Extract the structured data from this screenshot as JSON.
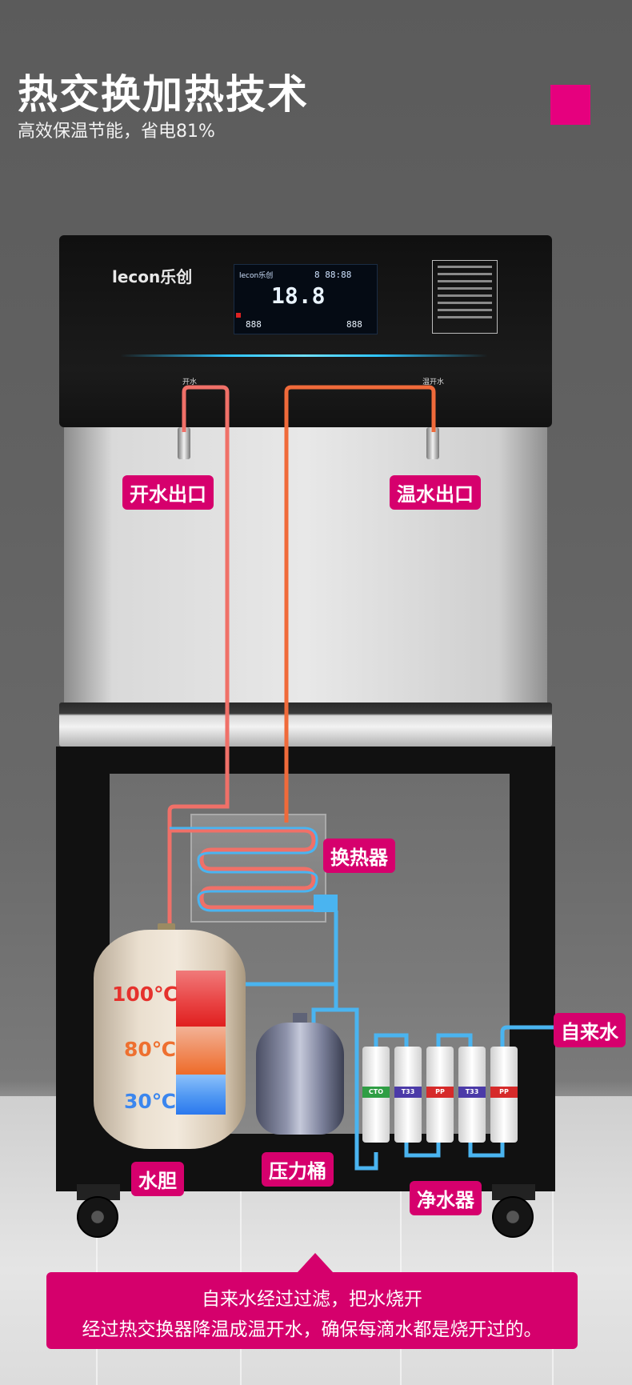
{
  "header": {
    "title": "热交换加热技术",
    "subtitle": "高效保温节能，省电81%"
  },
  "machine": {
    "brand": "lecon乐创",
    "display": {
      "brand": "lecon乐创",
      "clock": "8 88:88",
      "temp": "18.8",
      "left_readout": "888",
      "right_readout": "888"
    },
    "tap_left_caption": "开水",
    "tap_right_caption": "温开水"
  },
  "callouts": {
    "boil_outlet": "开水出口",
    "warm_outlet": "温水出口",
    "heat_exchanger": "换热器",
    "tap_water": "自来水",
    "tank": "水胆",
    "pressure_tank": "压力桶",
    "purifier": "净水器"
  },
  "temperatures": {
    "t100": "100℃",
    "t80": "80℃",
    "t30": "30℃"
  },
  "filters": [
    {
      "label": "CTO",
      "color": "#2f9e44"
    },
    {
      "label": "T33",
      "color": "#4b3aa8"
    },
    {
      "label": "PP",
      "color": "#d62a2a"
    },
    {
      "label": "T33",
      "color": "#4b3aa8"
    },
    {
      "label": "PP",
      "color": "#d62a2a"
    }
  ],
  "colors": {
    "accent": "#d6006d",
    "hot_pipe": "#f07068",
    "warm_pipe": "#f06a3a",
    "cold_pipe": "#4ab4f0"
  },
  "footer": {
    "line1": "自来水经过过滤，把水烧开",
    "line2": "经过热交换器降温成温开水，确保每滴水都是烧开过的。"
  }
}
